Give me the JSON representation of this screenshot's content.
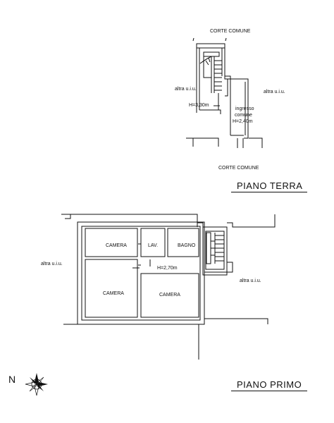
{
  "ground_floor": {
    "title": "PIANO TERRA",
    "label_top": "CORTE COMUNE",
    "label_bottom": "CORTE COMUNE",
    "label_left": "altra u.i.u.",
    "label_right": "altra u.i.u.",
    "height": "H=3,30m",
    "entry_line1": "ingresso",
    "entry_line2": "comune",
    "entry_height": "H=2,40m"
  },
  "first_floor": {
    "title": "PIANO PRIMO",
    "label_left": "altra u.i.u.",
    "label_right": "altra u.i.u.",
    "room_camera_1": "CAMERA",
    "room_lav": "LAV.",
    "room_bagno": "BAGNO",
    "height": "H=2,70m",
    "room_camera_2": "CAMERA",
    "room_camera_3": "CAMERA"
  },
  "compass": {
    "north_label": "N",
    "icon": "compass-rose-icon"
  },
  "colors": {
    "line": "#111111",
    "wall_fill": "#ffffff"
  }
}
